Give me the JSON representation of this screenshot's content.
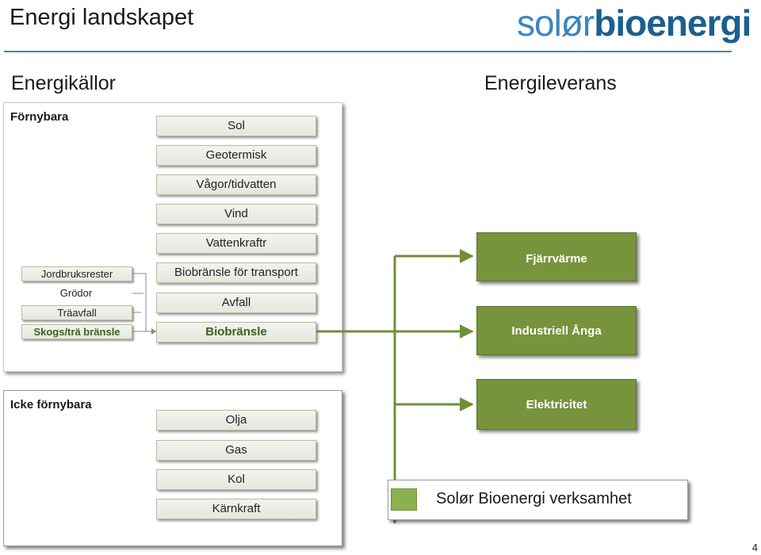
{
  "header": {
    "title": "Energi landskapet",
    "logo_part1": "solør",
    "logo_part2": "bioenergi"
  },
  "sections": {
    "sources_heading": "Energikällor",
    "delivery_heading": "Energileverans"
  },
  "renewable": {
    "label": "Förnybara",
    "sources": [
      "Sol",
      "Geotermisk",
      "Vågor/tidvatten",
      "Vind",
      "Vattenkraftr",
      "Biobränsle för transport",
      "Avfall",
      "Biobränsle"
    ],
    "subsources": [
      "Jordbruksrester",
      "Grödor",
      "Träavfall",
      "Skogs/trä bränsle"
    ]
  },
  "nonrenewable": {
    "label": "Icke förnybara",
    "sources": [
      "Olja",
      "Gas",
      "Kol",
      "Kärnkraft"
    ]
  },
  "delivery": {
    "items": [
      "Fjärrvärme",
      "Industriell Ånga",
      "Elektricitet"
    ]
  },
  "legend": {
    "label": "Solør Bioenergi verksamhet"
  },
  "colors": {
    "accent_green": "#77933c",
    "line_green": "#6f8f38",
    "brand_blue": "#3a86c2"
  },
  "page_number": "4"
}
